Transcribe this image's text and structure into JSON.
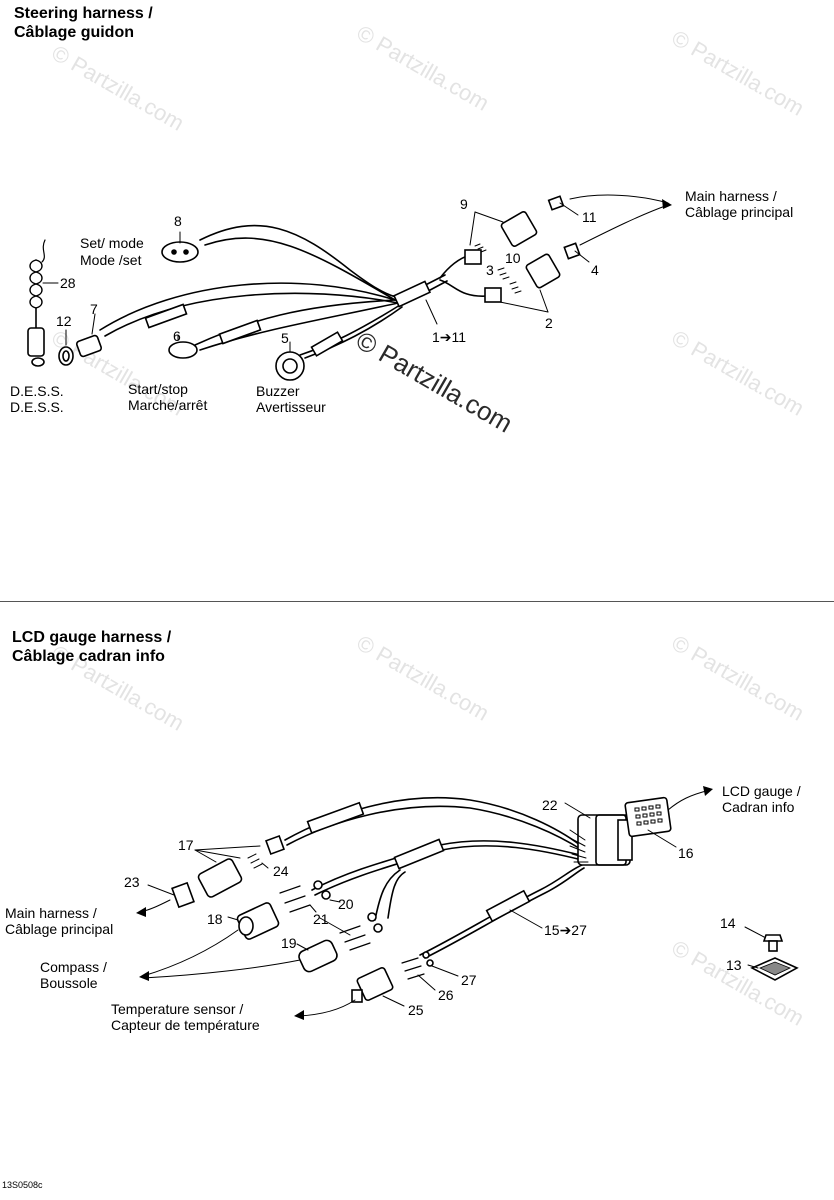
{
  "watermark": {
    "text": "© Partzilla.com",
    "center_text": "© Partzilla.com"
  },
  "steering": {
    "title_line1": "Steering harness /",
    "title_line2": "Câblage guidon",
    "labels": {
      "set_mode_en": "Set/ mode",
      "set_mode_fr": "Mode /set",
      "dess_en": "D.E.S.S.",
      "dess_fr": "D.E.S.S.",
      "start_en": "Start/stop",
      "start_fr": "Marche/arrêt",
      "buzzer_en": "Buzzer",
      "buzzer_fr": "Avertisseur",
      "main_en": "Main harness   /",
      "main_fr": "Câblage principal"
    },
    "callouts": {
      "p8": "8",
      "p28": "28",
      "p12": "12",
      "p7": "7",
      "p6": "6",
      "p5": "5",
      "p9": "9",
      "p11": "11",
      "p10": "10",
      "p3": "3",
      "p4": "4",
      "p2": "2",
      "range": "1➔11"
    }
  },
  "lcd": {
    "title_line1": "LCD gauge harness /",
    "title_line2": "Câblage cadran info",
    "labels": {
      "gauge_en": "LCD gauge /",
      "gauge_fr": "Cadran info",
      "main_en": "Main harness /",
      "main_fr": "Câblage principal",
      "compass_en": "Compass /",
      "compass_fr": "Boussole",
      "temp_en": "Temperature sensor /",
      "temp_fr": "Capteur de température"
    },
    "callouts": {
      "p22": "22",
      "p16": "16",
      "p17": "17",
      "p24": "24",
      "p23": "23",
      "p18": "18",
      "p20": "20",
      "p21": "21",
      "p19": "19",
      "p27": "27",
      "p26": "26",
      "p25": "25",
      "p14": "14",
      "p13": "13",
      "range": "15➔27"
    }
  },
  "figure_code": "13S0508c"
}
